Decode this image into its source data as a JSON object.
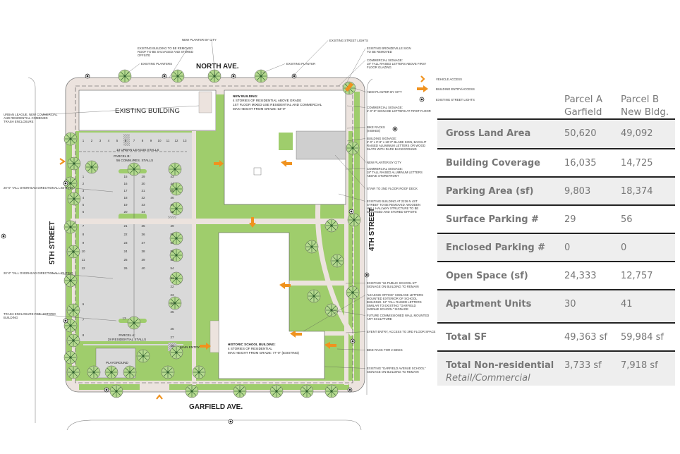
{
  "streets": {
    "north": "NORTH AVE.",
    "garfield": "GARFIELD AVE.",
    "fifth": "5TH STREET",
    "fourth": "4TH STREET"
  },
  "buildings": {
    "existing": "EXISTING BUILDING",
    "new_title": "NEW BUILDING:",
    "new_lines": [
      "4 STORIES OF RESIDENTIAL ABOVE GRADE",
      "1ST FLOOR MIXED USE RESIDENTIAL AND COMMERCIAL",
      "MAX HEIGHT FROM GRADE: 53'-0\""
    ],
    "historic_title": "HISTORIC SCHOOL BUILDING:",
    "historic_lines": [
      "4 STORIES OF RESIDENTIAL",
      "MAX HEIGHT FROM GRADE: 77'-0\" (EXISTING)"
    ],
    "playground": "PLAYGROUND",
    "main_entry": "MAIN ENTRY"
  },
  "parking": {
    "urban_league": "13 URBAN LEAGUE STALLS",
    "parcel_b": [
      "PARCEL B:",
      "56 COMM./RES. STALLS"
    ],
    "parcel_a": [
      "PARCEL A:",
      "28 RESIDENTIAL STALLS"
    ],
    "top_row": [
      "1",
      "2",
      "3",
      "4",
      "5",
      "6",
      "7",
      "8",
      "9",
      "10",
      "11",
      "12",
      "13"
    ],
    "col_left": [
      "1",
      "2",
      "3",
      "4",
      "5",
      "6",
      "",
      "7",
      "8",
      "9",
      "10",
      "11",
      "12"
    ],
    "col_mid1": [
      "15",
      "16",
      "17",
      "18",
      "19",
      "20",
      "",
      "21",
      "22",
      "23",
      "24",
      "25",
      "26"
    ],
    "col_mid2": [
      "29",
      "30",
      "31",
      "32",
      "33",
      "34",
      "",
      "35",
      "36",
      "37",
      "38",
      "39",
      "40"
    ],
    "col_right": [
      "43",
      "44",
      "45",
      "46",
      "47",
      "48",
      "",
      "49",
      "50",
      "51",
      "52",
      "53",
      "54"
    ],
    "parcel_a_right": [
      "21",
      "22",
      "23",
      "24",
      "25",
      "",
      "26",
      "27",
      "28"
    ],
    "parcel_a_left": [
      "13",
      "6",
      "7",
      "8"
    ]
  },
  "annotations": [
    {
      "lines": [
        "NEW PLANTER BY CITY"
      ]
    },
    {
      "lines": [
        "EXISTING STREET LIGHTS"
      ]
    },
    {
      "lines": [
        "EXISTING BUILDING TO BE REMOVED",
        "ROOF TO BE SALVAGED AND STORED",
        "OFFSITE"
      ]
    },
    {
      "lines": [
        "EXISTING PLANTERS"
      ]
    },
    {
      "lines": [
        "EXISTING PLANTER"
      ]
    },
    {
      "lines": [
        "EXISTING BRONZEVILLE SIGN",
        "TO BE REMOVED"
      ]
    },
    {
      "lines": [
        "COMMERCIAL SIGNAGE:",
        "18\" TALL RAISED LETTERS ABOVE FIRST",
        "FLOOR GLAZING"
      ]
    },
    {
      "lines": [
        "NEW PLANTER BY CITY"
      ]
    },
    {
      "lines": [
        "COMMERCIAL SIGNAGE:",
        "4'-0\"-8\" SIGNAGE LETTERS AT FIRST FLOOR"
      ]
    },
    {
      "lines": [
        "BIKE RACKS",
        "(8 BIKES)"
      ]
    },
    {
      "lines": [
        "BUILDING SIGNAGE:",
        "2'-0\" x 0'-8\" x 18'-0\" BLADE SIGN, BACKLIT",
        "RAISED ALUMINUM LETTERS OR WOOD",
        "SLATS WITH DARK BACKGROUND"
      ]
    },
    {
      "lines": [
        "NEW PLANTER BY CITY"
      ]
    },
    {
      "lines": [
        "COMMERCIAL SIGNAGE:",
        "18\" TALL RAISED ALUMINUM LETTERS",
        "ABOVE STOREFRONT"
      ]
    },
    {
      "lines": [
        "STAIR TO 2ND FLOOR ROOF DECK"
      ]
    },
    {
      "lines": [
        "EXISTING BUILDING AT 2226 N 4ST",
        "STREET TO BE REMOVED. WOODEN",
        "HULL HALLWAY STRUCTURE TO BE",
        "SALVAGED AND STORED OFFSITE"
      ]
    },
    {
      "lines": [
        "EXISTING \"16 PUBLIC SCHOOL 57\"",
        "SIGNAGE ON BUILDING TO REMAIN"
      ]
    },
    {
      "lines": [
        "\"LEASING OFFICE\" SIGNAGE LETTERS",
        "MOUNTED EXTERIOR OF SCHOOL",
        "BUILDING. 12\" TALL RAISED LETTERS",
        "SIMILAR TO EXISTING \"GARFIELD",
        "AVENUE SCHOOL\" SIGNAGE"
      ]
    },
    {
      "lines": [
        "FUTURE COMMISSIONED WALL MOUNTED",
        "ART SCULPTURE"
      ]
    },
    {
      "lines": [
        "EVENT ENTRY, ACCESS TO 3RD FLOOR SPACE"
      ]
    },
    {
      "lines": [
        "BIKE RACK FOR 2 BIKES"
      ]
    },
    {
      "lines": [
        "EXISTING \"GARFIELD AVENUE SCHOOL\"",
        "SIGNAGE ON BUILDING TO REMAIN"
      ]
    },
    {
      "lines": [
        "URBAN LEAGUE, NEW COMMERCIAL",
        "AND RESIDENTIAL COMBINED",
        "TRASH ENCLOSURE"
      ]
    },
    {
      "lines": [
        "20'-0\" TALL OVERHEAD DIRECTIONAL LIGHTING"
      ]
    },
    {
      "lines": [
        "20'-0\" TALL OVERHEAD DIRECTIONAL LIGHTING"
      ]
    },
    {
      "lines": [
        "TRASH ENCLOSURE FOR HISTORIC",
        "BUILDING"
      ]
    }
  ],
  "legend": [
    {
      "icon": "vehicle-access-chevron",
      "label": "VEHICLE ACCESS"
    },
    {
      "icon": "building-entry-arrow",
      "label": "BUILDING ENTRY/ACCESS"
    },
    {
      "icon": "street-light",
      "label": "EXISTING STREET LIGHTS"
    }
  ],
  "colors": {
    "grass": "#9fcd6c",
    "sidewalk": "#ece3de",
    "parking": "#d9d9d9",
    "arrow": "#f0921e"
  },
  "table": {
    "headers": [
      [
        "Parcel A",
        "Garfield"
      ],
      [
        "Parcel B",
        "New Bldg."
      ]
    ],
    "rows": [
      {
        "label": "Gross Land Area",
        "a": "50,620",
        "b": "49,092"
      },
      {
        "label": "Building Coverage",
        "a": "16,035",
        "b": "14,725"
      },
      {
        "label": "Parking Area (sf)",
        "a": "9,803",
        "b": "18,374"
      },
      {
        "label": "Surface Parking #",
        "a": "29",
        "b": "56"
      },
      {
        "label": "Enclosed Parking #",
        "a": "0",
        "b": "0"
      },
      {
        "label": "Open Space (sf)",
        "a": "24,333",
        "b": "12,757"
      },
      {
        "label": "Apartment Units",
        "a": "30",
        "b": "41"
      },
      {
        "label": "Total SF",
        "a": "49,363 sf",
        "b": "59,984 sf"
      },
      {
        "label": "Total Non-residential",
        "sublabel": "Retail/Commercial",
        "a": "3,733 sf",
        "b": "7,918 sf"
      }
    ]
  }
}
